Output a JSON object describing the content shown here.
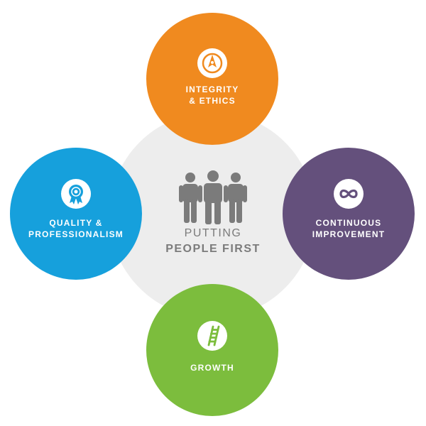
{
  "center": {
    "line1": "PUTTING",
    "line2": "PEOPLE FIRST",
    "icon": "people-group-icon"
  },
  "nodes": {
    "top": {
      "lines": [
        "INTEGRITY",
        "& ETHICS"
      ],
      "icon": "compass-icon",
      "color": "#f08a1f"
    },
    "left": {
      "lines": [
        "QUALITY &",
        "PROFESSIONALISM"
      ],
      "icon": "award-ribbon-icon",
      "color": "#16a0dc"
    },
    "right": {
      "lines": [
        "CONTINUOUS",
        "IMPROVEMENT"
      ],
      "icon": "infinity-icon",
      "color": "#64507c"
    },
    "bottom": {
      "lines": [
        "GROWTH"
      ],
      "icon": "ladder-icon",
      "color": "#7cbd3d"
    }
  },
  "colors": {
    "core": "#ededed",
    "core_text": "#7b7b7b"
  }
}
